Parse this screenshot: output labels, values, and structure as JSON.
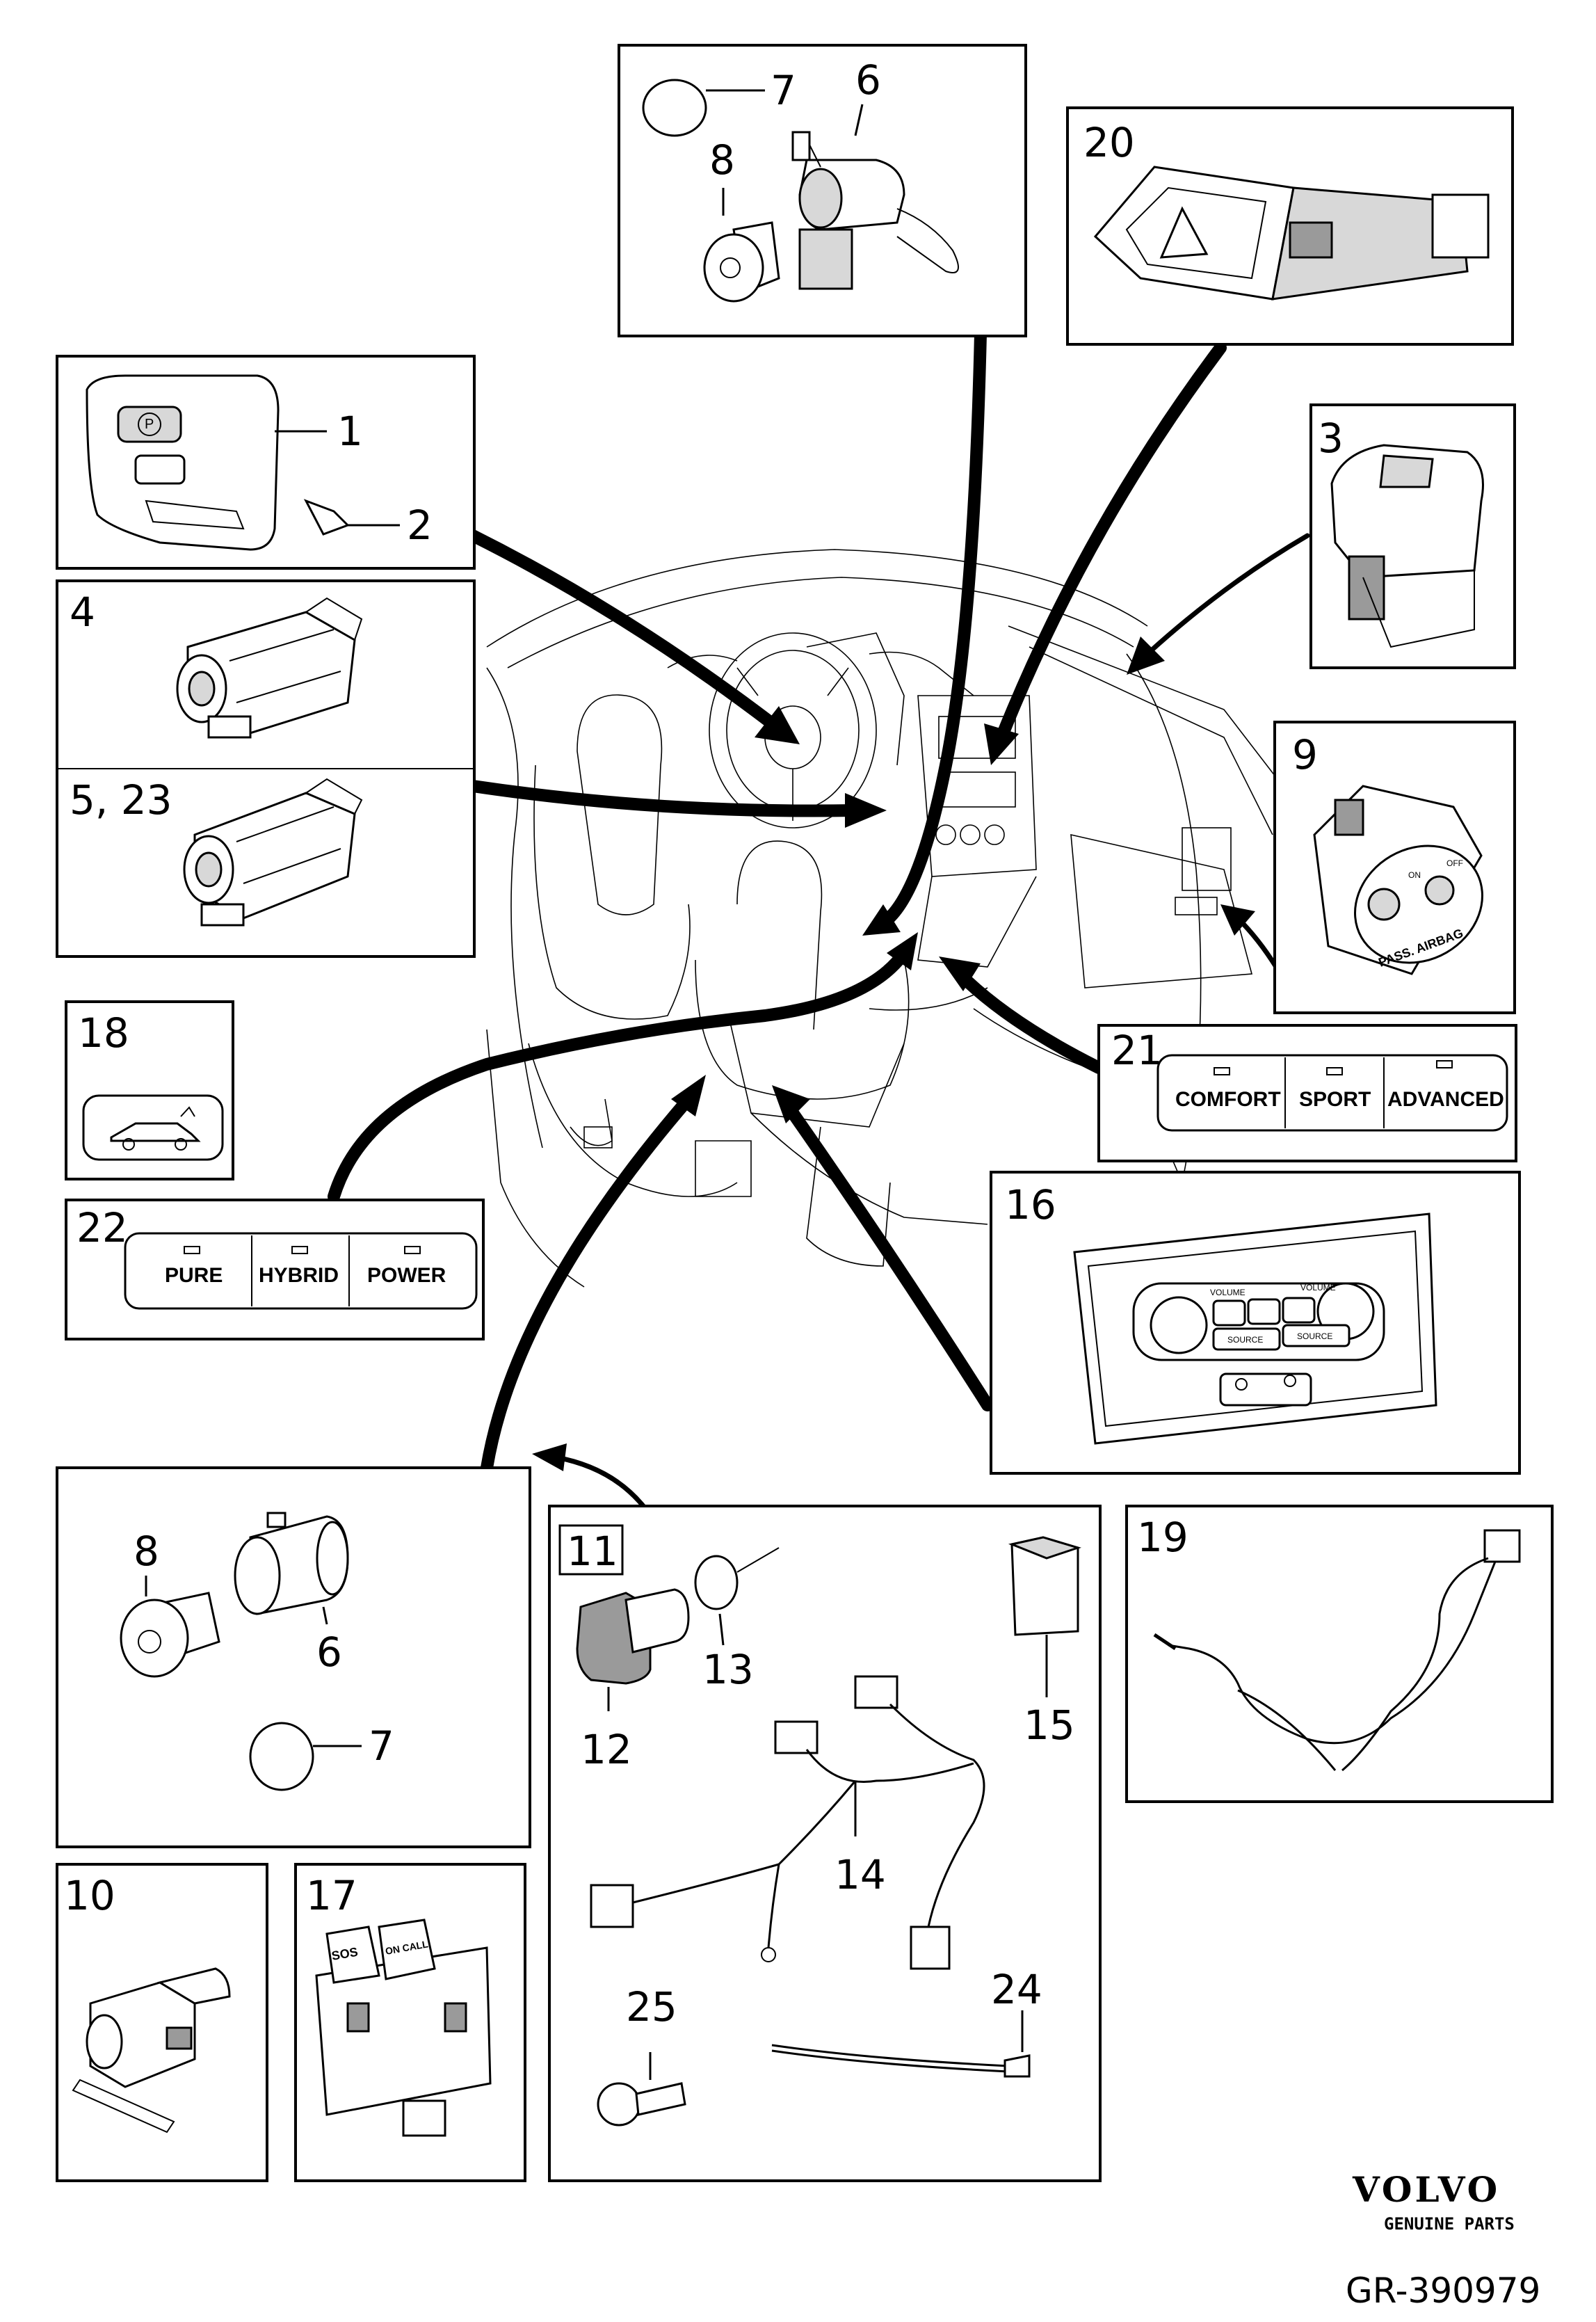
{
  "callouts": {
    "n1": "1",
    "n2": "2",
    "n3": "3",
    "n4": "4",
    "n5_23": "5, 23",
    "n6_top": "6",
    "n7_top": "7",
    "n8_top": "8",
    "n9": "9",
    "n10": "10",
    "n11": "11",
    "n12": "12",
    "n13": "13",
    "n14": "14",
    "n15": "15",
    "n16": "16",
    "n17": "17",
    "n18": "18",
    "n19": "19",
    "n20": "20",
    "n21": "21",
    "n22": "22",
    "n24": "24",
    "n25": "25",
    "n6_bottom": "6",
    "n7_bottom": "7",
    "n8_bottom": "8"
  },
  "part21_buttons": [
    "COMFORT",
    "SPORT",
    "ADVANCED"
  ],
  "part22_buttons": [
    "PURE",
    "HYBRID",
    "POWER"
  ],
  "part16_labels": {
    "volume_left": "VOLUME",
    "volume_right": "VOLUME",
    "source_left": "SOURCE",
    "source_right": "SOURCE"
  },
  "part9_labels": {
    "on": "ON",
    "off": "OFF",
    "pass_airbag": "PASS. AIRBAG"
  },
  "part17_labels": {
    "sos": "SOS",
    "on_call": "ON CALL"
  },
  "brand": {
    "name": "VOLVO",
    "tagline": "GENUINE PARTS"
  },
  "drawing_ref": "GR-390979"
}
